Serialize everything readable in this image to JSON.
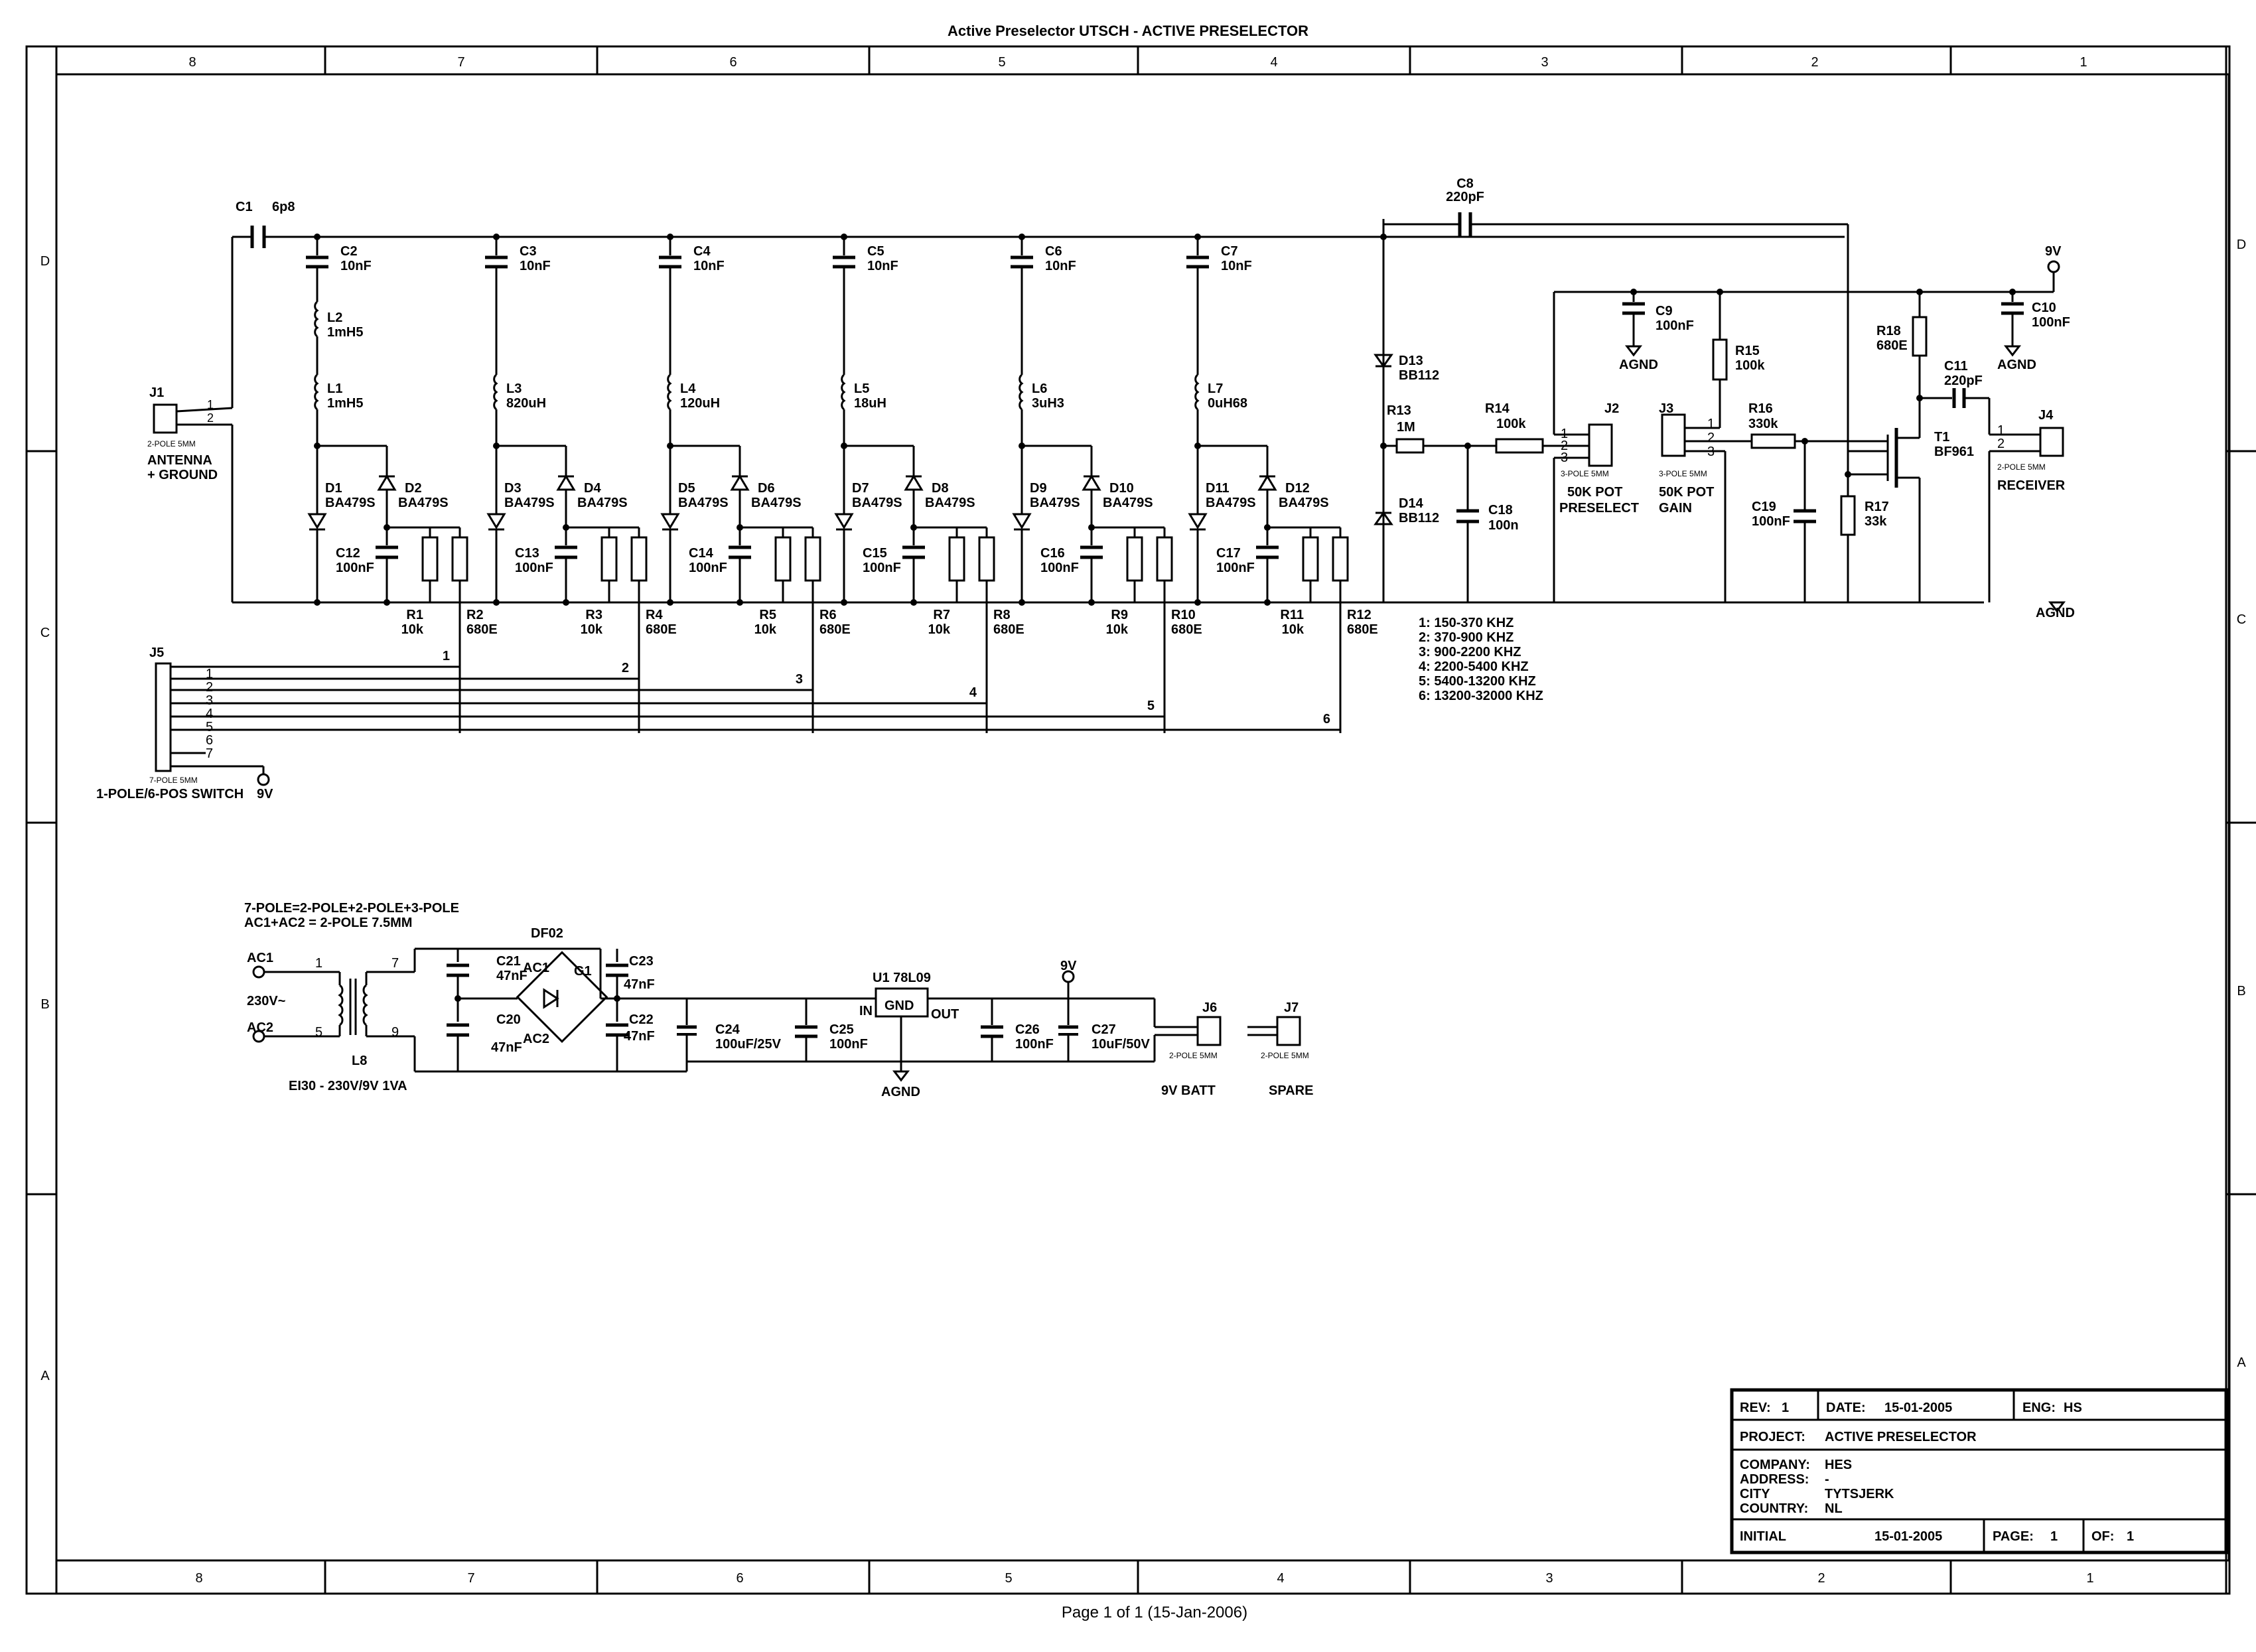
{
  "header_title": "Active Preselector UTSCH - ACTIVE PRESELECTOR",
  "footer_page": "Page 1 of 1 (15-Jan-2006)",
  "border": {
    "columns_top": [
      "8",
      "7",
      "6",
      "5",
      "4",
      "3",
      "2",
      "1"
    ],
    "columns_bottom": [
      "8",
      "7",
      "6",
      "5",
      "4",
      "3",
      "2",
      "1"
    ],
    "rows": [
      "D",
      "C",
      "B",
      "A"
    ]
  },
  "components": {
    "J1": {
      "ref": "J1",
      "type": "2-POLE 5MM",
      "label_line1": "ANTENNA",
      "label_line2": "+ GROUND",
      "pins": [
        "1",
        "2"
      ]
    },
    "J5": {
      "ref": "J5",
      "type": "7-POLE 5MM",
      "label": "1-POLE/6-POS SWITCH",
      "pins": [
        "1",
        "2",
        "3",
        "4",
        "5",
        "6",
        "7"
      ],
      "supply": "9V"
    },
    "C1": {
      "ref": "C1",
      "value": "6p8"
    },
    "C8": {
      "ref": "C8",
      "value": "220pF"
    },
    "filters": [
      {
        "cap": "C2",
        "cap_val": "10nF",
        "ind_a": "L2",
        "ind_a_val": "1mH5",
        "ind_b": "L1",
        "ind_b_val": "1mH5",
        "da": "D1",
        "db": "D2",
        "d_val": "BA479S",
        "cb": "C12",
        "cb_val": "100nF",
        "ra": "R1",
        "ra_val": "10k",
        "rb": "R2",
        "rb_val": "680E",
        "sw": "1"
      },
      {
        "cap": "C3",
        "cap_val": "10nF",
        "ind_b": "L3",
        "ind_b_val": "820uH",
        "da": "D3",
        "db": "D4",
        "d_val": "BA479S",
        "cb": "C13",
        "cb_val": "100nF",
        "ra": "R3",
        "ra_val": "10k",
        "rb": "R4",
        "rb_val": "680E",
        "sw": "2"
      },
      {
        "cap": "C4",
        "cap_val": "10nF",
        "ind_b": "L4",
        "ind_b_val": "120uH",
        "da": "D5",
        "db": "D6",
        "d_val": "BA479S",
        "cb": "C14",
        "cb_val": "100nF",
        "ra": "R5",
        "ra_val": "10k",
        "rb": "R6",
        "rb_val": "680E",
        "sw": "3"
      },
      {
        "cap": "C5",
        "cap_val": "10nF",
        "ind_b": "L5",
        "ind_b_val": "18uH",
        "da": "D7",
        "db": "D8",
        "d_val": "BA479S",
        "cb": "C15",
        "cb_val": "100nF",
        "ra": "R7",
        "ra_val": "10k",
        "rb": "R8",
        "rb_val": "680E",
        "sw": "4"
      },
      {
        "cap": "C6",
        "cap_val": "10nF",
        "ind_b": "L6",
        "ind_b_val": "3uH3",
        "da": "D9",
        "db": "D10",
        "d_val": "BA479S",
        "cb": "C16",
        "cb_val": "100nF",
        "ra": "R9",
        "ra_val": "10k",
        "rb": "R10",
        "rb_val": "680E",
        "sw": "5"
      },
      {
        "cap": "C7",
        "cap_val": "10nF",
        "ind_b": "L7",
        "ind_b_val": "0uH68",
        "da": "D11",
        "db": "D12",
        "d_val": "BA479S",
        "cb": "C17",
        "cb_val": "100nF",
        "ra": "R11",
        "ra_val": "10k",
        "rb": "R12",
        "rb_val": "680E",
        "sw": "6"
      }
    ],
    "D13": {
      "ref": "D13",
      "value": "BB112"
    },
    "D14": {
      "ref": "D14",
      "value": "BB112"
    },
    "R13": {
      "ref": "R13",
      "value": "1M"
    },
    "R14": {
      "ref": "R14",
      "value": "100k"
    },
    "C18": {
      "ref": "C18",
      "value": "100n"
    },
    "J2": {
      "ref": "J2",
      "type": "3-POLE 5MM",
      "label_line1": "50K POT",
      "label_line2": "PRESELECT",
      "pins": [
        "1",
        "2",
        "3"
      ]
    },
    "C9": {
      "ref": "C9",
      "value": "100nF",
      "gnd": "AGND"
    },
    "R15": {
      "ref": "R15",
      "value": "100k"
    },
    "J3": {
      "ref": "J3",
      "type": "3-POLE 5MM",
      "label_line1": "50K POT",
      "label_line2": "GAIN",
      "pins": [
        "1",
        "2",
        "3"
      ]
    },
    "R16": {
      "ref": "R16",
      "value": "330k"
    },
    "C19": {
      "ref": "C19",
      "value": "100nF"
    },
    "R17": {
      "ref": "R17",
      "value": "33k"
    },
    "R18": {
      "ref": "R18",
      "value": "680E"
    },
    "T1": {
      "ref": "T1",
      "value": "BF961"
    },
    "C11": {
      "ref": "C11",
      "value": "220pF"
    },
    "C10": {
      "ref": "C10",
      "value": "100nF",
      "gnd": "AGND"
    },
    "J4": {
      "ref": "J4",
      "type": "2-POLE 5MM",
      "label": "RECEIVER",
      "pins": [
        "1",
        "2"
      ]
    },
    "supply_9v": "9V",
    "agnd": "AGND"
  },
  "bands": [
    "1: 150-370 KHZ",
    "2: 370-900 KHZ",
    "3: 900-2200 KHZ",
    "4: 2200-5400 KHZ",
    "5: 5400-13200 KHZ",
    "6: 13200-32000 KHZ"
  ],
  "psu": {
    "note_line1": "7-POLE=2-POLE+2-POLE+3-POLE",
    "note_line2": "AC1+AC2 = 2-POLE 7.5MM",
    "AC1": "AC1",
    "AC2": "AC2",
    "mains": "230V~",
    "L8": {
      "ref": "L8",
      "value": "EI30 - 230V/9V 1VA",
      "pins": [
        "1",
        "5",
        "7",
        "9"
      ]
    },
    "DF02": {
      "ref": "DF02",
      "ac1": "AC1",
      "ac2": "AC2",
      "g": "G1"
    },
    "C21": {
      "ref": "C21",
      "value": "47nF"
    },
    "C20": {
      "ref": "C20",
      "value": "47nF"
    },
    "C23": {
      "ref": "C23",
      "value": "47nF"
    },
    "C22": {
      "ref": "C22",
      "value": "47nF"
    },
    "C24": {
      "ref": "C24",
      "value": "100uF/25V"
    },
    "C25": {
      "ref": "C25",
      "value": "100nF"
    },
    "U1": {
      "ref": "U1 78L09",
      "in": "IN",
      "gnd": "GND",
      "out": "OUT"
    },
    "C26": {
      "ref": "C26",
      "value": "100nF"
    },
    "C27": {
      "ref": "C27",
      "value": "10uF/50V"
    },
    "J6": {
      "ref": "J6",
      "type": "2-POLE 5MM",
      "label": "9V BATT"
    },
    "J7": {
      "ref": "J7",
      "type": "2-POLE 5MM",
      "label": "SPARE"
    },
    "v9": "9V",
    "agnd": "AGND"
  },
  "title_block": {
    "rev_label": "REV:",
    "rev": "1",
    "date_label": "DATE:",
    "date": "15-01-2005",
    "eng_label": "ENG:",
    "eng": "HS",
    "project_label": "PROJECT:",
    "project": "ACTIVE PRESELECTOR",
    "company_label": "COMPANY:",
    "company": "HES",
    "address_label": "ADDRESS:",
    "address": "-",
    "city_label": "CITY",
    "city": "TYTSJERK",
    "country_label": "COUNTRY:",
    "country": "NL",
    "initial_label": "INITIAL",
    "initial_date": "15-01-2005",
    "page_label": "PAGE:",
    "page": "1",
    "of_label": "OF:",
    "of": "1"
  }
}
